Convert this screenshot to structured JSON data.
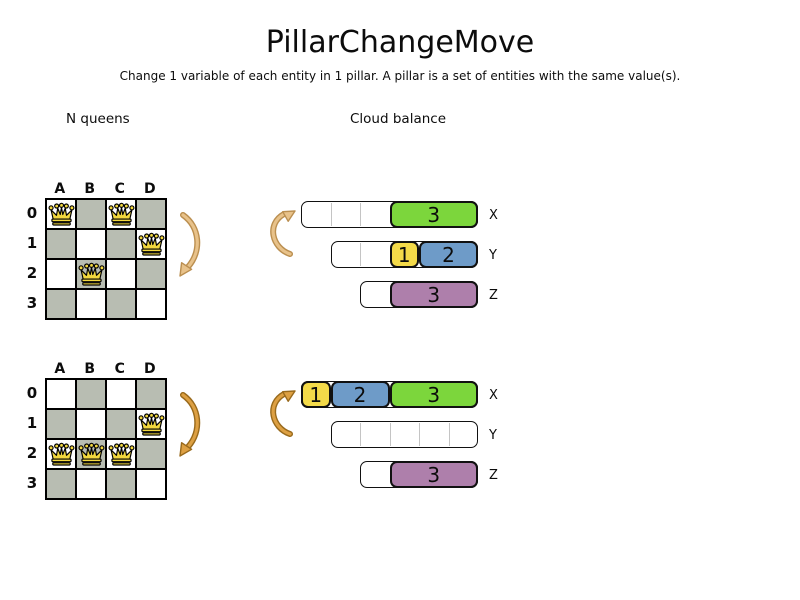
{
  "title": "PillarChangeMove",
  "subtitle": "Change 1 variable of each entity in 1 pillar. A pillar is a set of entities with the same value(s).",
  "nqueens": {
    "label": "N queens",
    "columns": [
      "A",
      "B",
      "C",
      "D"
    ],
    "rows": [
      "0",
      "1",
      "2",
      "3"
    ],
    "before": {
      "queens": [
        "A0",
        "C0",
        "D1",
        "B2"
      ]
    },
    "after": {
      "queens": [
        "D1",
        "A2",
        "B2",
        "C2"
      ]
    }
  },
  "cloud": {
    "label": "Cloud balance",
    "before": {
      "bars": [
        {
          "label": "X",
          "cells": 6,
          "empty_cells": 3,
          "segments": [
            {
              "value": "3",
              "cells": 3,
              "color": "green"
            }
          ]
        },
        {
          "label": "Y",
          "cells": 5,
          "empty_cells": 2,
          "segments": [
            {
              "value": "1",
              "cells": 1,
              "color": "yellow"
            },
            {
              "value": "2",
              "cells": 2,
              "color": "blue"
            }
          ]
        },
        {
          "label": "Z",
          "cells": 4,
          "empty_cells": 1,
          "segments": [
            {
              "value": "3",
              "cells": 3,
              "color": "purple"
            }
          ]
        }
      ]
    },
    "after": {
      "bars": [
        {
          "label": "X",
          "cells": 6,
          "empty_cells": 0,
          "segments": [
            {
              "value": "1",
              "cells": 1,
              "color": "yellow"
            },
            {
              "value": "2",
              "cells": 2,
              "color": "blue"
            },
            {
              "value": "3",
              "cells": 3,
              "color": "green"
            }
          ]
        },
        {
          "label": "Y",
          "cells": 5,
          "empty_cells": 5,
          "segments": []
        },
        {
          "label": "Z",
          "cells": 4,
          "empty_cells": 1,
          "segments": [
            {
              "value": "3",
              "cells": 3,
              "color": "purple"
            }
          ]
        }
      ]
    }
  },
  "icons": {
    "queen": "queen-icon",
    "move_arrow": "curved-arrow-icon"
  },
  "colors": {
    "green": "#7cd63c",
    "yellow": "#f3da49",
    "blue": "#6e9bc8",
    "purple": "#ae7fab",
    "board_gray": "#b8bdb2",
    "queen": "#f2d83f",
    "arrow_light": "#e8c28a",
    "arrow_light_edge": "#bb8f50",
    "arrow_dark": "#dda043",
    "arrow_dark_edge": "#996a1c"
  }
}
